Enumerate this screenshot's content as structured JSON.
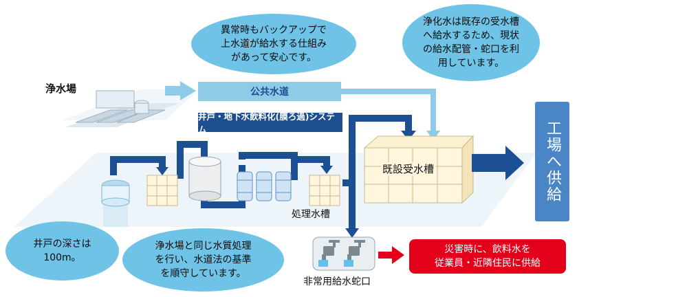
{
  "labels": {
    "purification_plant": "浄水場",
    "public_water_supply": "公共水道",
    "system_name": "井戸・地下水飲料化(膜ろ過)システム",
    "existing_tank": "既設受水槽",
    "treatment_tank": "処理水槽",
    "emergency_faucet": "非常用給水蛇口",
    "factory_supply": "工場へ供給"
  },
  "bubbles": {
    "backup": "異常時もバックアップで\n上水道が給水する仕組み\nがあって安心です。",
    "purified": "浄化水は既存の受水槽\nへ給水するため、現状\nの給水配管・蛇口を利\n用しています。",
    "well_depth": "井戸の深さは\n100m。",
    "standard": "浄水場と同じ水質処理\nを行い、水道法の基準\nを順守しています。"
  },
  "disaster_note": "災害時に、飲料水を\n従業員・近隣住民に供給",
  "colors": {
    "bubble": "#6fc3e6",
    "pipe_dark": "#1c4f94",
    "pipe_light": "#8fcbe6",
    "system_bar": "#1d4e8f",
    "factory_box": "#4a86c5",
    "alert": "#e3001b",
    "platform": "#eef5fa",
    "tank_cream": "#fff6dd"
  }
}
